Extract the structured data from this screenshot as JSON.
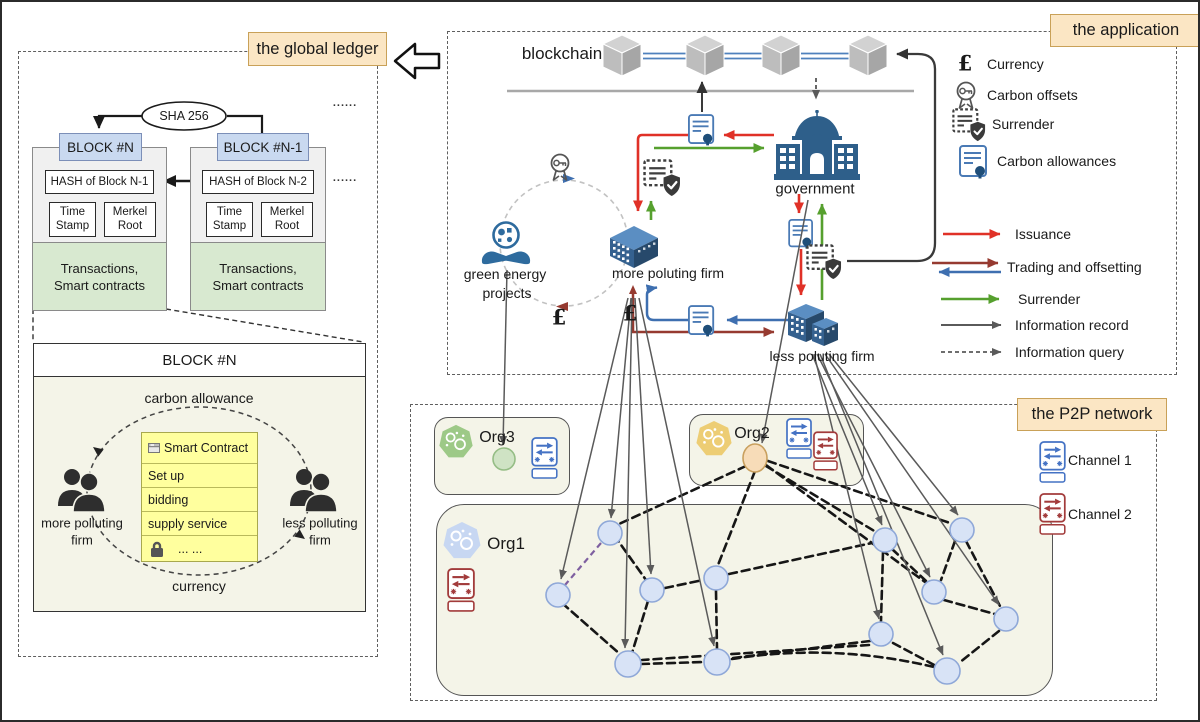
{
  "ledger": {
    "title": "the global ledger",
    "sha_label": "SHA 256",
    "dots": "......",
    "block_n": {
      "header": "BLOCK #N",
      "hash": "HASH of Block N-1",
      "time_1": "Time",
      "time_2": "Stamp",
      "merkel_1": "Merkel",
      "merkel_2": "Root",
      "body_1": "Transactions,",
      "body_2": "Smart contracts"
    },
    "block_n1": {
      "header": "BLOCK #N-1",
      "hash": "HASH of Block N-2",
      "time_1": "Time",
      "time_2": "Stamp",
      "merkel_1": "Merkel",
      "merkel_2": "Root",
      "body_1": "Transactions,",
      "body_2": "Smart contracts"
    },
    "detail": {
      "header": "BLOCK #N",
      "top_flow": "carbon allowance",
      "bottom_flow": "currency",
      "left_actor_1": "more polluting",
      "left_actor_2": "firm",
      "right_actor_1": "less polluting",
      "right_actor_2": "firm",
      "contract_title": "Smart Contract",
      "contract_rows": [
        "Set up",
        "bidding",
        "supply service",
        "... ..."
      ]
    }
  },
  "application": {
    "title": "the application",
    "blockchain_label": "blockchain",
    "government_label": "government",
    "more_firm_label": "more poluting firm",
    "less_firm_label": "less poluting firm",
    "green_energy_1": "green energy",
    "green_energy_2": "projects",
    "pound": "£",
    "legend": {
      "currency": "Currency",
      "offsets": "Carbon offsets",
      "surrender": "Surrender",
      "allowances": "Carbon allowances"
    },
    "arrows": {
      "issuance": "Issuance",
      "trading": "Trading and offsetting",
      "surrender": "Surrender",
      "record": "Information record",
      "query": "Information query"
    },
    "colors": {
      "issuance": "#e03127",
      "trading_out": "#963a30",
      "trading_back": "#3e6fb0",
      "surrender": "#56a02e",
      "record": "#5a5a5a"
    }
  },
  "p2p": {
    "title": "the P2P network",
    "org1": "Org1",
    "org2": "Org2",
    "org3": "Org3",
    "channel1": "Channel 1",
    "channel2": "Channel 2",
    "colors": {
      "channel1": "#4472c4",
      "channel2": "#a23b3b",
      "node": "#d8e3f6"
    }
  }
}
